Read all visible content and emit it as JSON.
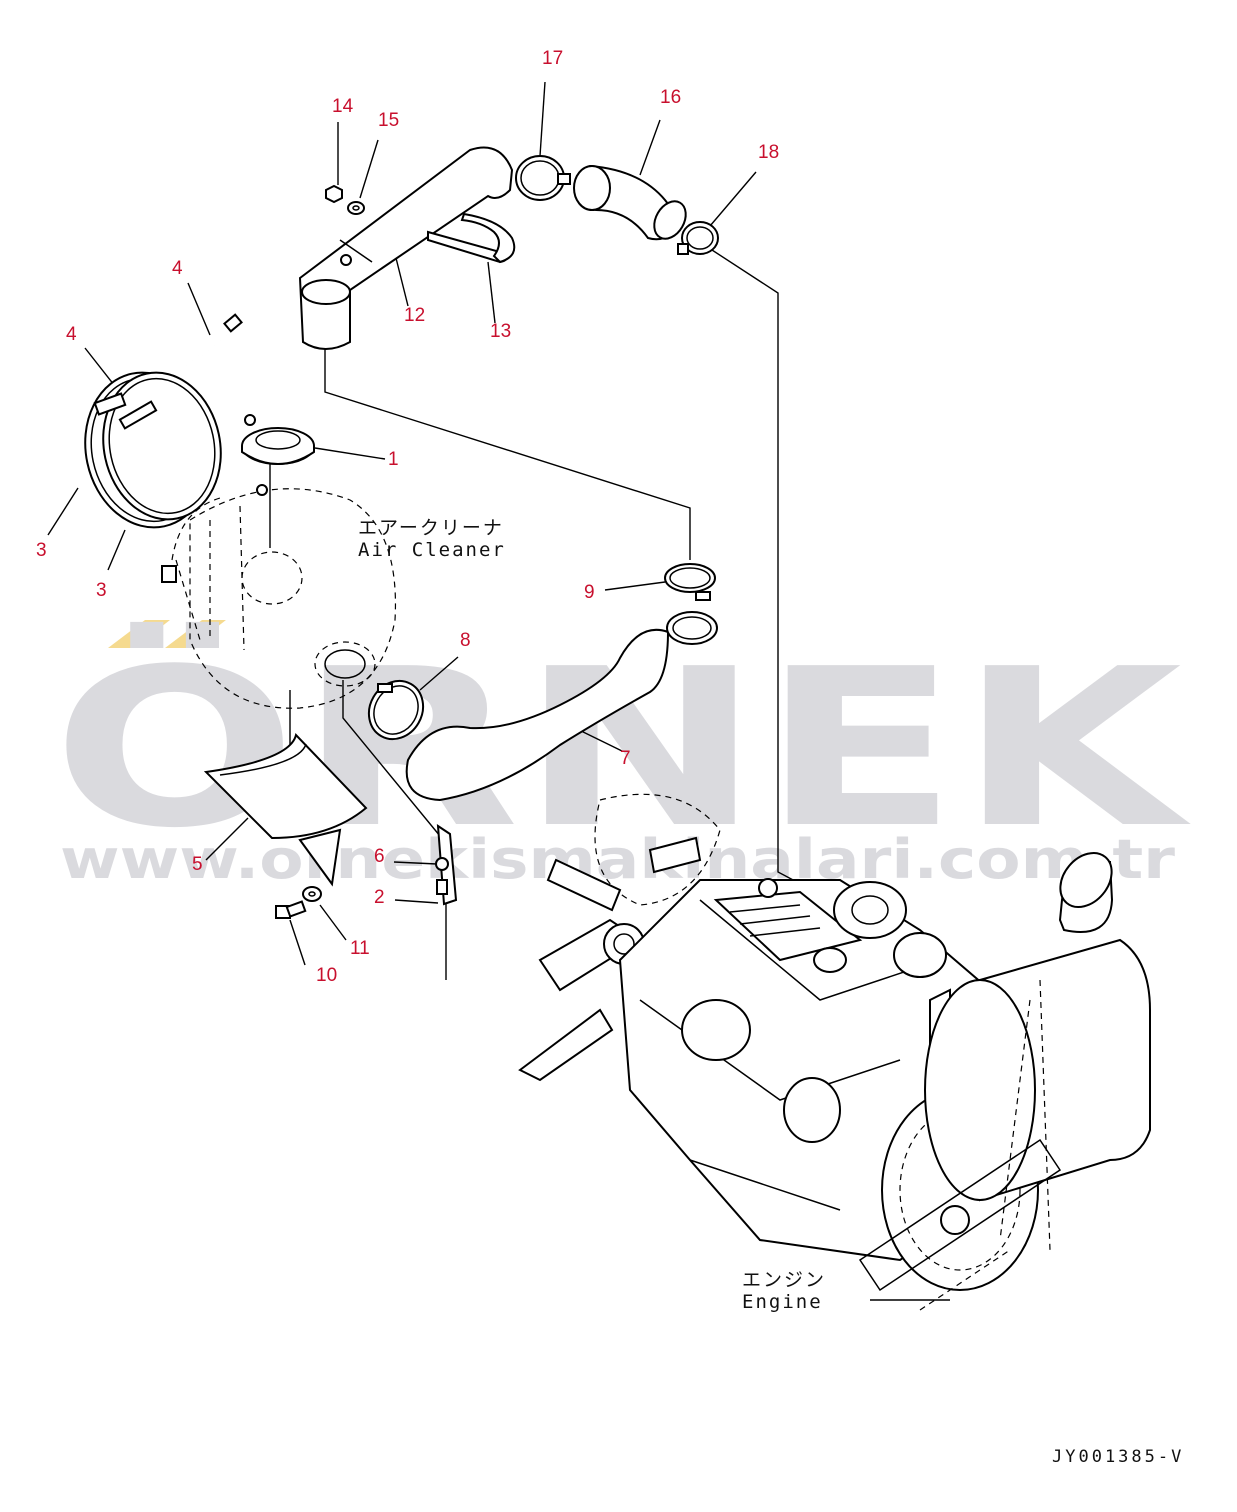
{
  "watermark": {
    "brand": "ÖRNEK",
    "url": "www.ornekismakinalari.com.tr",
    "brand_color": "#d9d9dd",
    "accent_color": "#f5d98a"
  },
  "labels": {
    "air_cleaner_jp": "エアークリーナ",
    "air_cleaner_en": "Air Cleaner",
    "engine_jp": "エンジン",
    "engine_en": "Engine"
  },
  "callouts": [
    {
      "id": "c1",
      "text": "1"
    },
    {
      "id": "c2",
      "text": "2"
    },
    {
      "id": "c3a",
      "text": "3"
    },
    {
      "id": "c3b",
      "text": "3"
    },
    {
      "id": "c4a",
      "text": "4"
    },
    {
      "id": "c4b",
      "text": "4"
    },
    {
      "id": "c5",
      "text": "5"
    },
    {
      "id": "c6",
      "text": "6"
    },
    {
      "id": "c7",
      "text": "7"
    },
    {
      "id": "c8",
      "text": "8"
    },
    {
      "id": "c9",
      "text": "9"
    },
    {
      "id": "c10",
      "text": "10"
    },
    {
      "id": "c11",
      "text": "11"
    },
    {
      "id": "c12",
      "text": "12"
    },
    {
      "id": "c13",
      "text": "13"
    },
    {
      "id": "c14",
      "text": "14"
    },
    {
      "id": "c15",
      "text": "15"
    },
    {
      "id": "c16",
      "text": "16"
    },
    {
      "id": "c17",
      "text": "17"
    },
    {
      "id": "c18",
      "text": "18"
    }
  ],
  "document_id": "JY001385-V",
  "colors": {
    "callout": "#c8102e",
    "line": "#000000"
  }
}
